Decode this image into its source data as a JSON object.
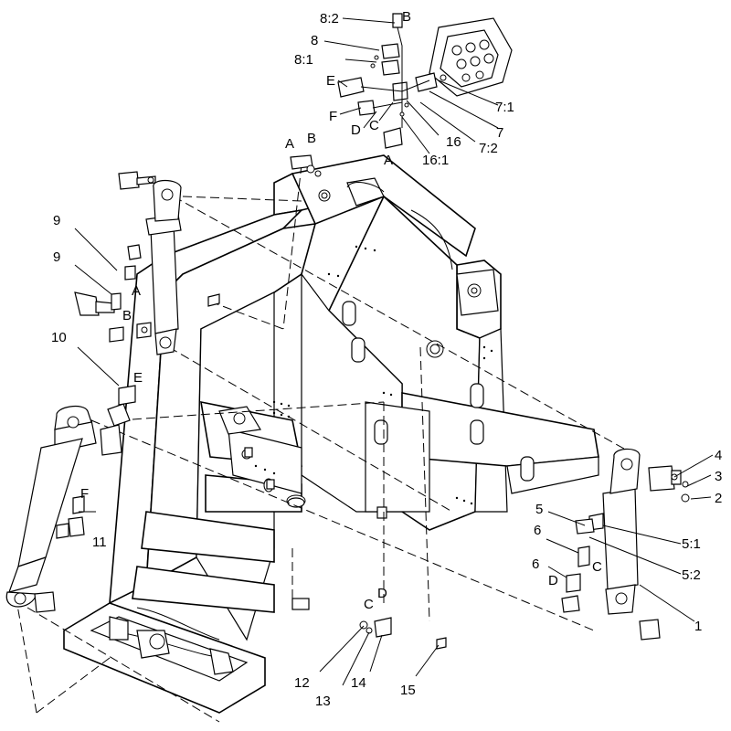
{
  "callouts": [
    {
      "id": "c-8-2",
      "text": "8:2"
    },
    {
      "id": "c-b-top",
      "text": "B"
    },
    {
      "id": "c-8",
      "text": "8"
    },
    {
      "id": "c-8-1",
      "text": "8:1"
    },
    {
      "id": "c-e-top",
      "text": "E"
    },
    {
      "id": "c-f-top",
      "text": "F"
    },
    {
      "id": "c-d-top",
      "text": "D"
    },
    {
      "id": "c-c-top",
      "text": "C"
    },
    {
      "id": "c-16",
      "text": "16"
    },
    {
      "id": "c-16-1",
      "text": "16:1"
    },
    {
      "id": "c-a-top",
      "text": "A"
    },
    {
      "id": "c-7-1",
      "text": "7:1"
    },
    {
      "id": "c-7",
      "text": "7"
    },
    {
      "id": "c-7-2",
      "text": "7:2"
    },
    {
      "id": "c-a-bracket",
      "text": "A"
    },
    {
      "id": "c-b-bracket",
      "text": "B"
    },
    {
      "id": "c-9a",
      "text": "9"
    },
    {
      "id": "c-9b",
      "text": "9"
    },
    {
      "id": "c-a-left",
      "text": "A"
    },
    {
      "id": "c-b-left",
      "text": "B"
    },
    {
      "id": "c-10",
      "text": "10"
    },
    {
      "id": "c-e-left",
      "text": "E"
    },
    {
      "id": "c-f-left",
      "text": "F"
    },
    {
      "id": "c-11",
      "text": "11"
    },
    {
      "id": "c-4",
      "text": "4"
    },
    {
      "id": "c-3",
      "text": "3"
    },
    {
      "id": "c-2",
      "text": "2"
    },
    {
      "id": "c-5",
      "text": "5"
    },
    {
      "id": "c-5-1",
      "text": "5:1"
    },
    {
      "id": "c-6a",
      "text": "6"
    },
    {
      "id": "c-c-right",
      "text": "C"
    },
    {
      "id": "c-5-2",
      "text": "5:2"
    },
    {
      "id": "c-6b",
      "text": "6"
    },
    {
      "id": "c-d-right",
      "text": "D"
    },
    {
      "id": "c-1",
      "text": "1"
    },
    {
      "id": "c-c-bottom",
      "text": "C"
    },
    {
      "id": "c-d-bottom",
      "text": "D"
    },
    {
      "id": "c-12",
      "text": "12"
    },
    {
      "id": "c-13",
      "text": "13"
    },
    {
      "id": "c-14",
      "text": "14"
    },
    {
      "id": "c-15",
      "text": "15"
    }
  ]
}
